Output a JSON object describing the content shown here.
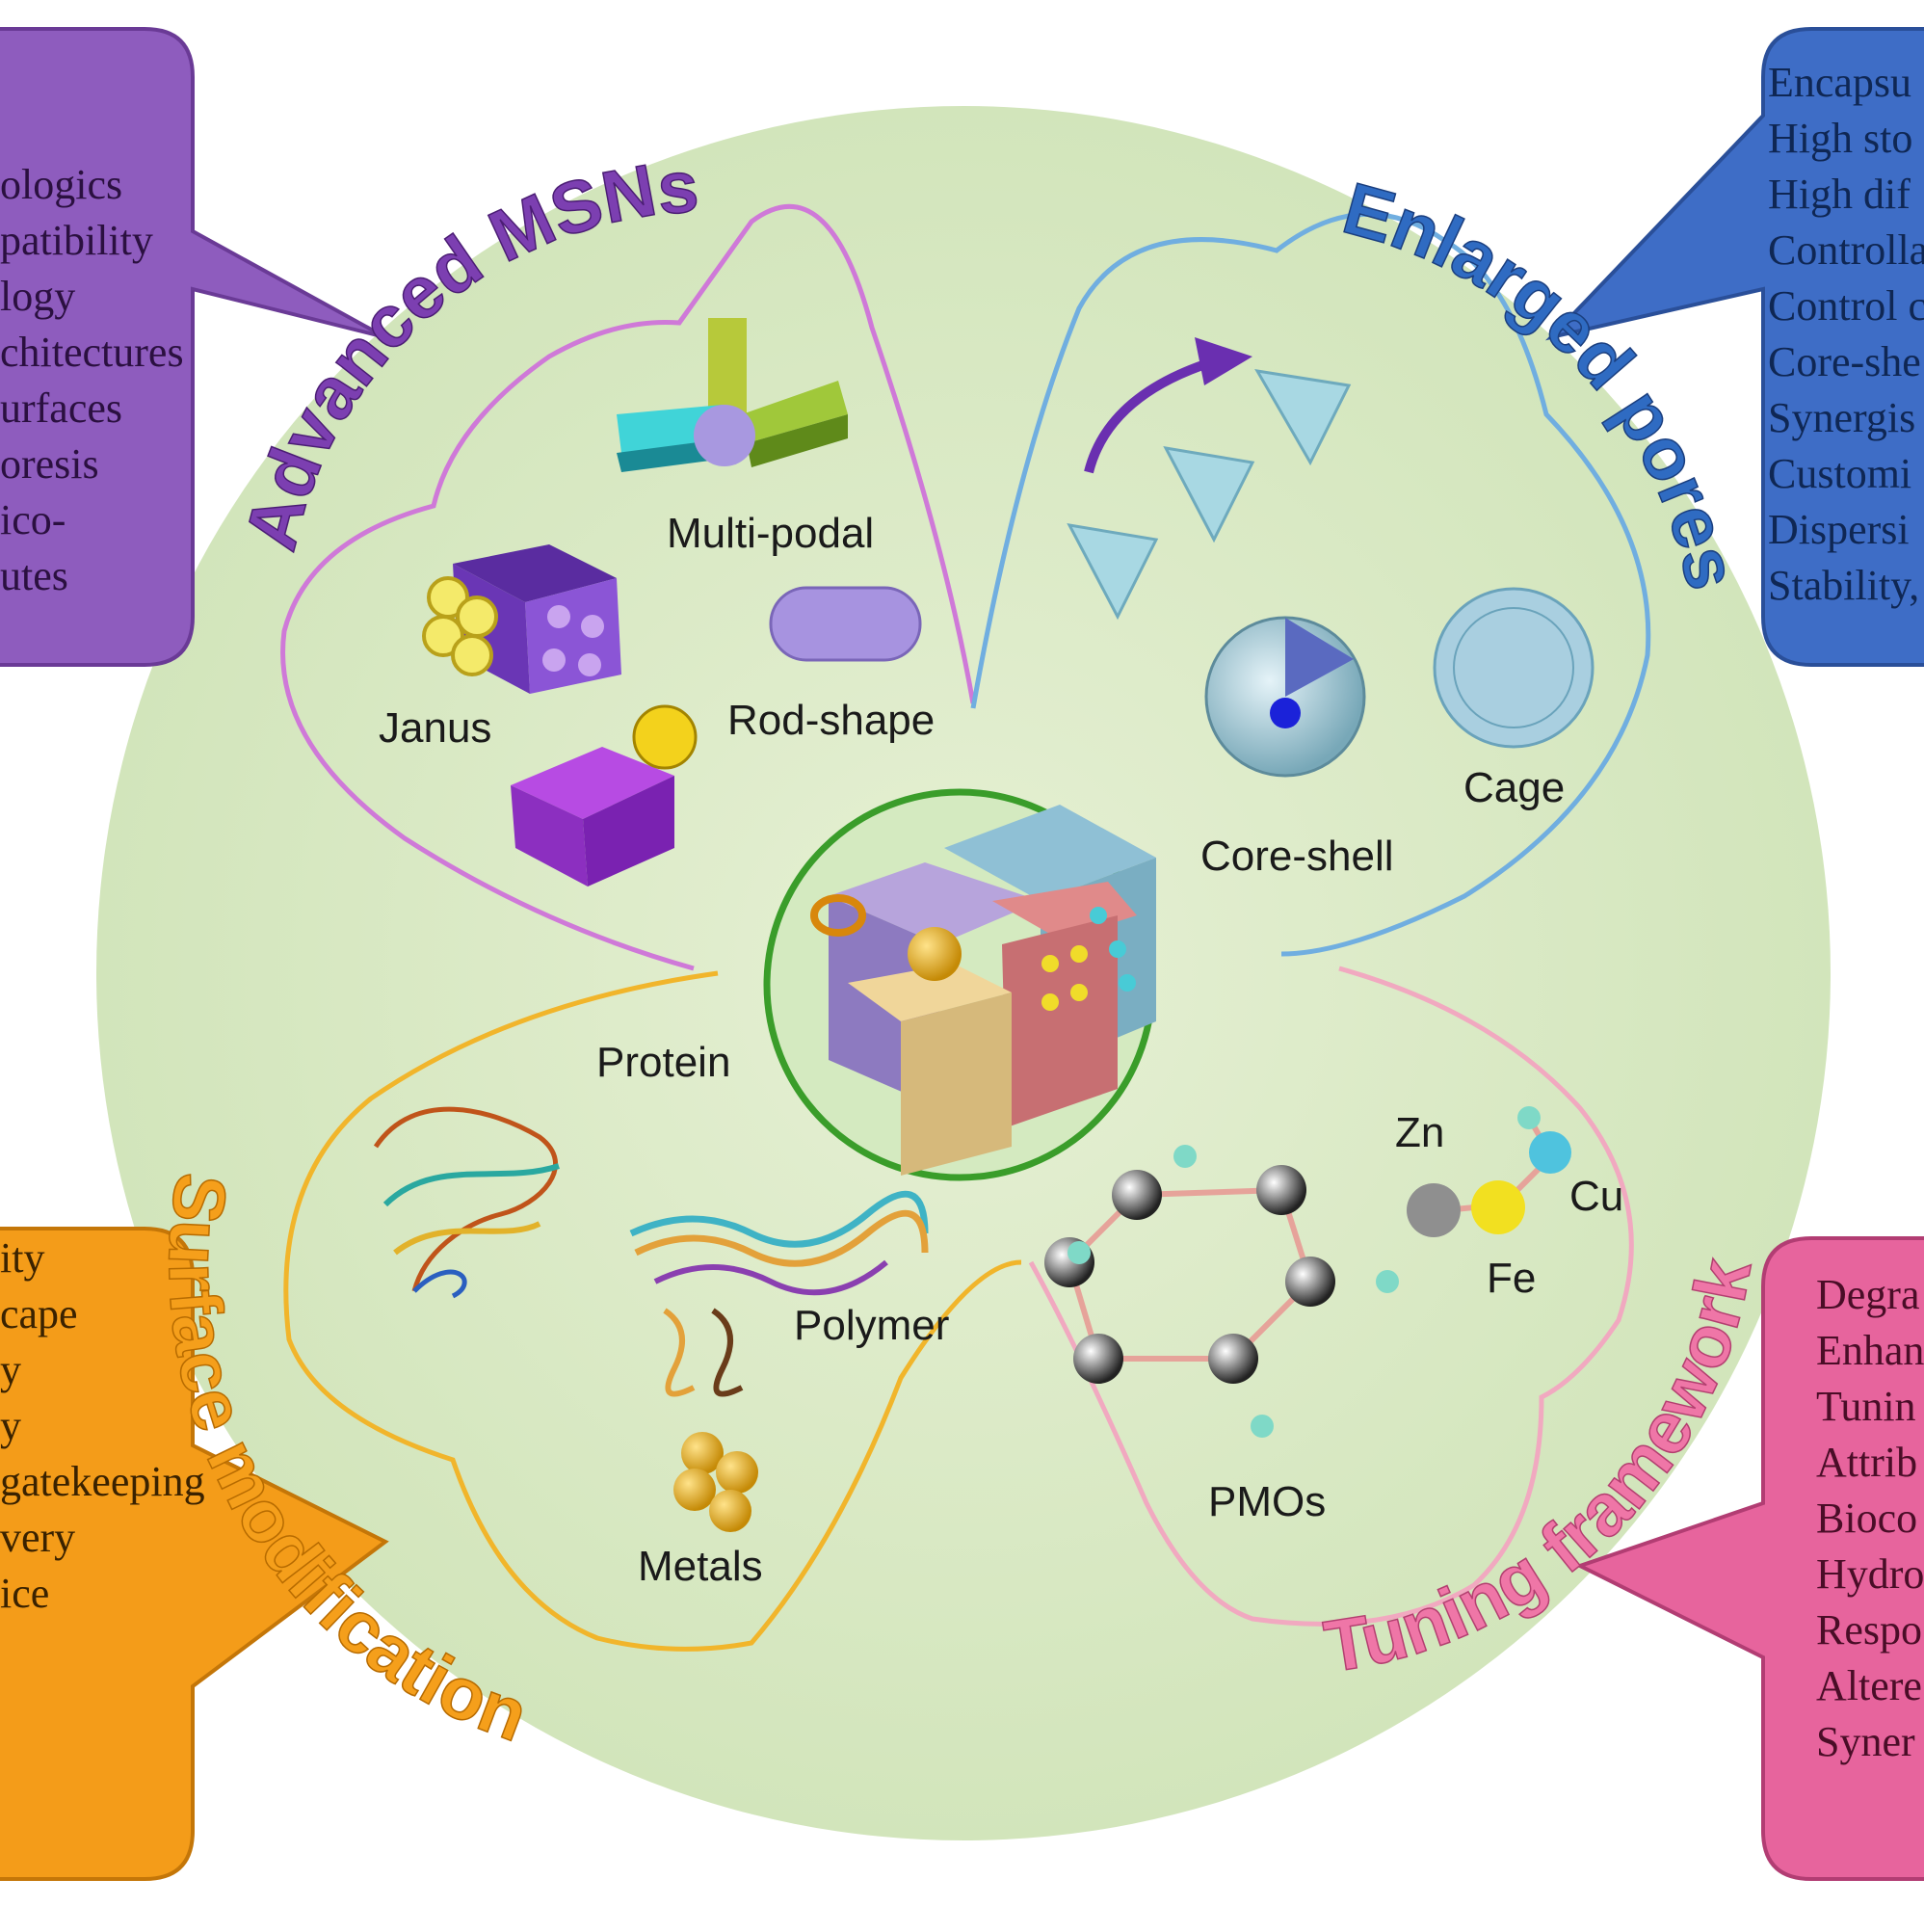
{
  "colors": {
    "circle": "#d9e9c4",
    "advanced": "#8f5cc0",
    "enlarged": "#3c6fc7",
    "surface": "#f39a1a",
    "tuning": "#e6659e",
    "center_ring": "#3a9d2a"
  },
  "sections": {
    "advanced": {
      "title": "Advanced MSNs",
      "items": [
        "Multi-podal",
        "Janus",
        "Rod-shape"
      ]
    },
    "enlarged": {
      "title": "Enlarged pores",
      "items": [
        "Core-shell",
        "Cage"
      ]
    },
    "surface": {
      "title": "Surface modification",
      "items": [
        "Protein",
        "Polymer",
        "Metals"
      ]
    },
    "tuning": {
      "title": "Tuning framework",
      "items": [
        "PMOs",
        "Zn",
        "Cu",
        "Fe"
      ]
    }
  },
  "boxes": {
    "advanced": [
      "ologics",
      "patibility",
      "logy",
      "chitectures",
      "urfaces",
      "oresis",
      "ico-",
      "utes"
    ],
    "enlarged": [
      "Encapsu",
      "High sto",
      "High dif",
      "Controlla",
      "Control c",
      "Core-she",
      "Synergis",
      "Customi",
      "Dispersi",
      "Stability,"
    ],
    "surface": [
      "ity",
      "cape",
      "y",
      "y",
      " gatekeeping",
      "very",
      "ice"
    ],
    "tuning": [
      "Degra",
      "Enhan",
      "Tunin",
      "Attrib",
      "Bioco",
      "Hydro",
      "Respo",
      "Altere",
      "Syner"
    ]
  }
}
